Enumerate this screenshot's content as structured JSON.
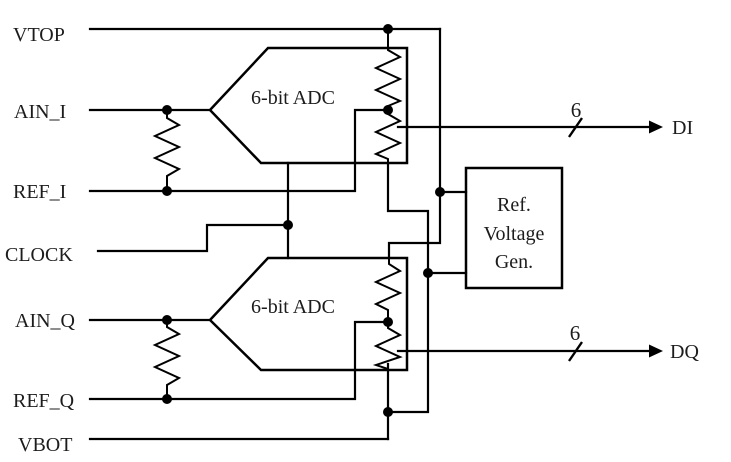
{
  "diagram": {
    "ports": [
      {
        "label": "VTOP"
      },
      {
        "label": "AIN_I"
      },
      {
        "label": "REF_I"
      },
      {
        "label": "CLOCK"
      },
      {
        "label": "AIN_Q"
      },
      {
        "label": "REF_Q"
      },
      {
        "label": "VBOT"
      }
    ],
    "blocks": [
      {
        "label": "6-bit ADC"
      },
      {
        "label": "6-bit ADC"
      },
      {
        "label_lines": [
          "Ref.",
          "Voltage",
          "Gen."
        ]
      }
    ],
    "outputs": [
      {
        "label": "DI",
        "bus_width": "6"
      },
      {
        "label": "DQ",
        "bus_width": "6"
      }
    ],
    "colors": {
      "line": "#000000",
      "text": "#1c1c1c",
      "background": "#ffffff"
    }
  }
}
